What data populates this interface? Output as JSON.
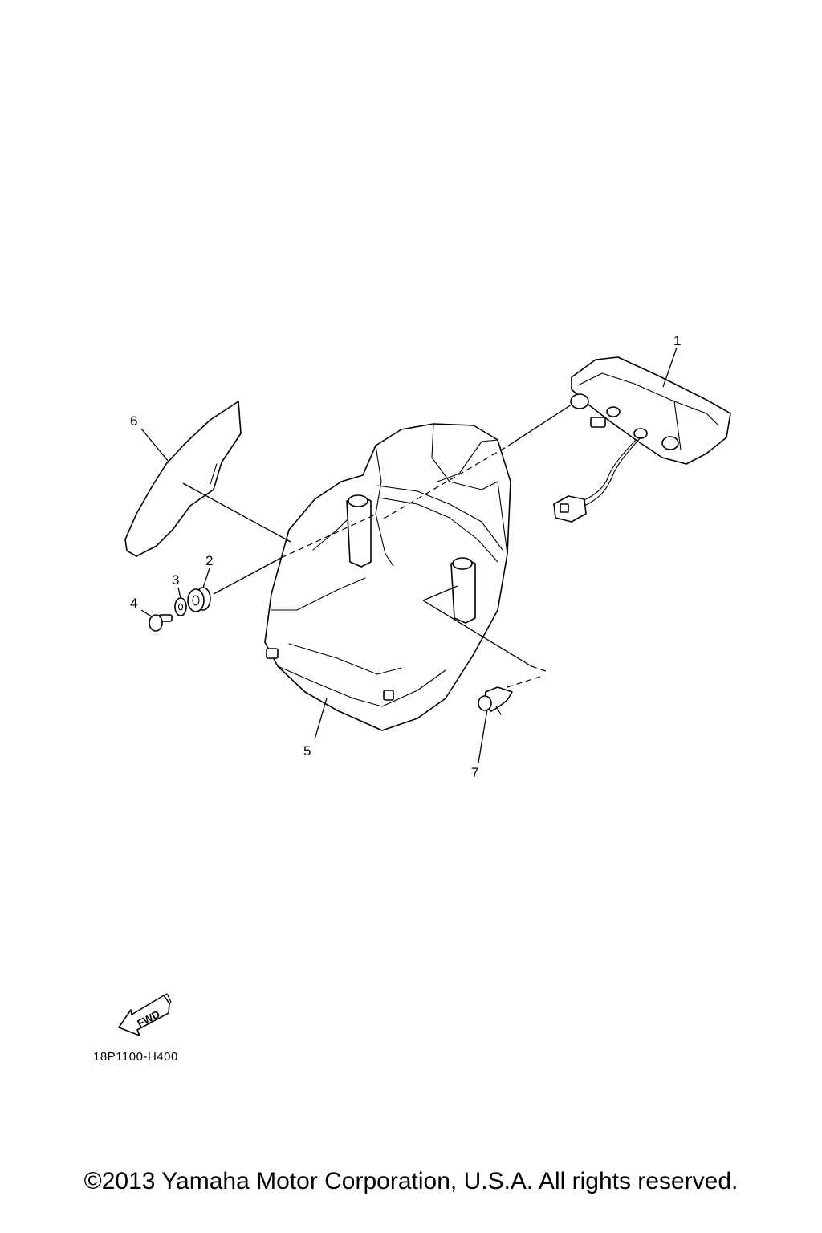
{
  "diagram": {
    "callouts": [
      "1",
      "2",
      "3",
      "4",
      "5",
      "6",
      "7"
    ],
    "fwd_label": "FWD",
    "code": "18P1100-H400"
  },
  "footer": {
    "copyright": "©2013 Yamaha Motor Corporation, U.S.A. All rights reserved."
  }
}
